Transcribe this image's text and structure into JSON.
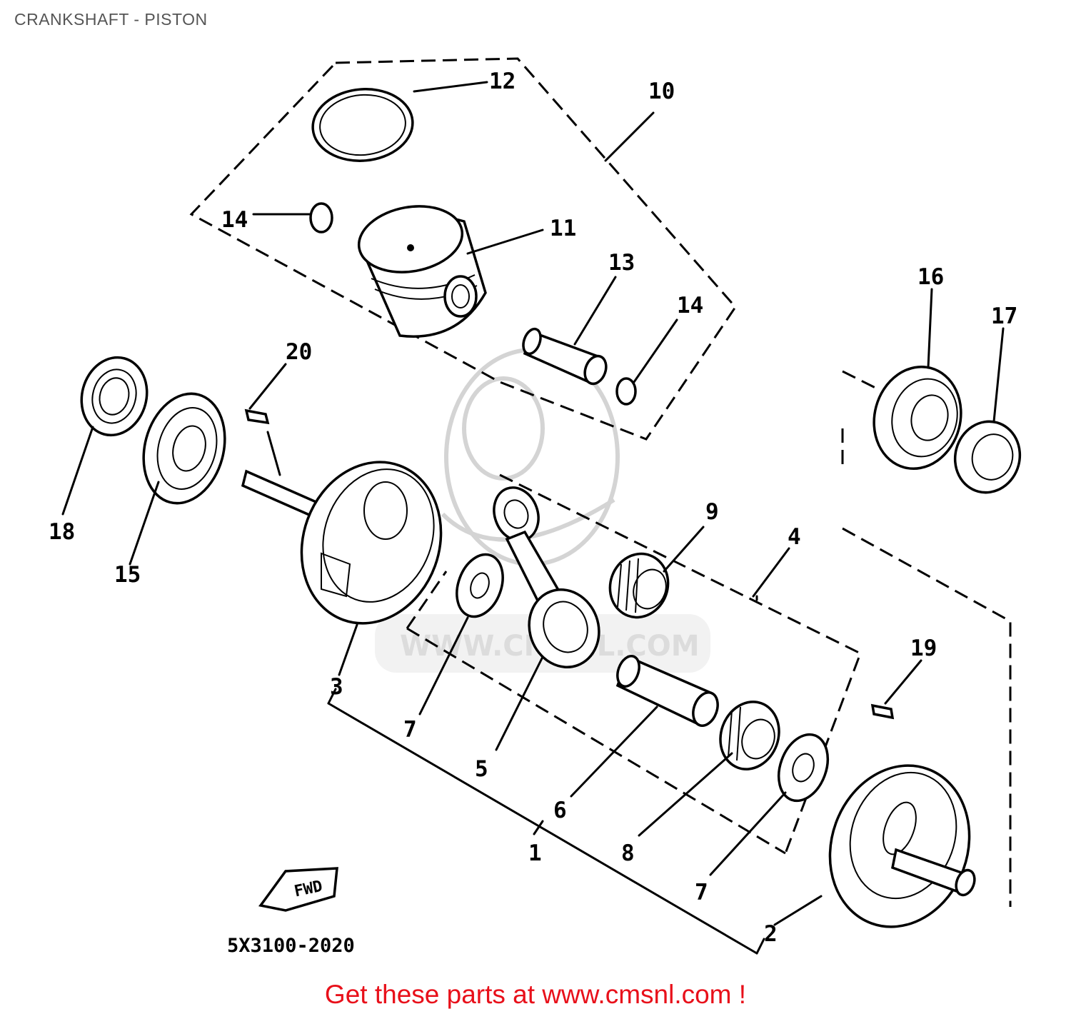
{
  "header": {
    "title": "CRANKSHAFT - PISTON"
  },
  "diagram": {
    "callouts": [
      "1",
      "2",
      "3",
      "4",
      "5",
      "6",
      "7",
      "8",
      "9",
      "10",
      "11",
      "12",
      "13",
      "14",
      "15",
      "16",
      "17",
      "18",
      "19",
      "20"
    ],
    "part_code": "5X3100-2020",
    "fwd_label": "FWD",
    "watermark": "WWW.CMSNL.COM"
  },
  "footer": {
    "cta": "Get these parts at www.cmsnl.com !"
  },
  "colors": {
    "cta": "#e8101a",
    "title": "#555555",
    "watermark": "#d4d4d4"
  }
}
